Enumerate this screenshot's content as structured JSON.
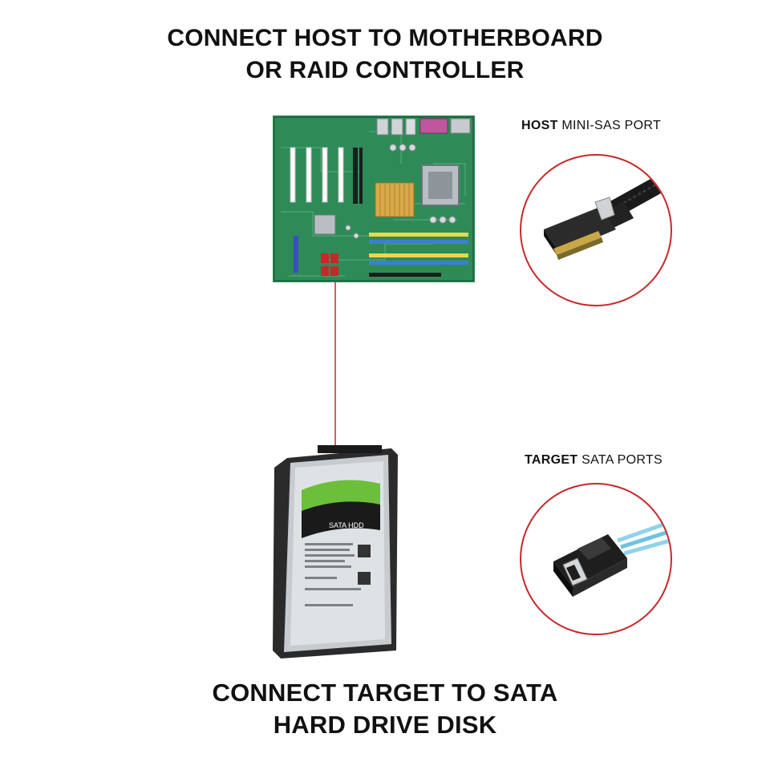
{
  "headings": {
    "top_line1": "CONNECT HOST TO MOTHERBOARD",
    "top_line2": "OR RAID CONTROLLER",
    "bottom_line1": "CONNECT TARGET TO SATA",
    "bottom_line2": "HARD DRIVE DISK"
  },
  "callouts": {
    "host": {
      "bold": "HOST",
      "rest": " MINI-SAS PORT"
    },
    "target": {
      "bold": "TARGET",
      "rest": " SATA PORTS"
    }
  },
  "hdd": {
    "label": "SATA HDD"
  },
  "colors": {
    "accent": "#c62828",
    "board": "#2e8b57",
    "text": "#111111"
  }
}
